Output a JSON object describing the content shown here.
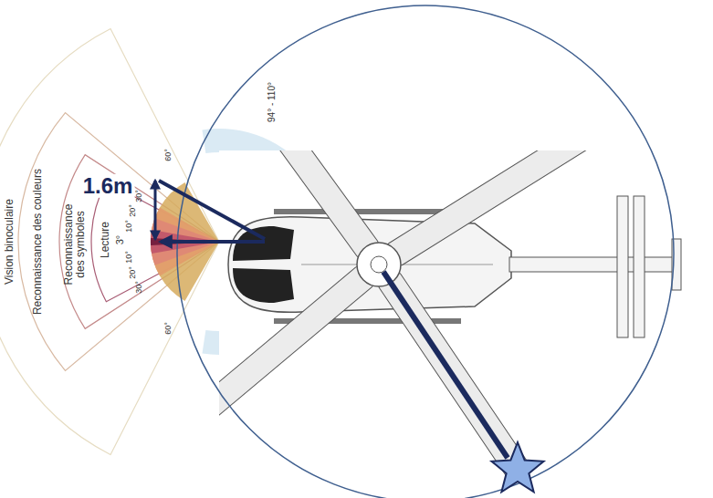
{
  "diagram": {
    "labels": [
      "Vision binoculaire",
      "Reconnaissance des couleurs",
      "Reconnaissance des symboles",
      "Lecture",
      "3°",
      "60°",
      "30°",
      "20°",
      "10°",
      "10°",
      "20°",
      "30°",
      "60°",
      "94° - 110°",
      "1.6m"
    ]
  }
}
